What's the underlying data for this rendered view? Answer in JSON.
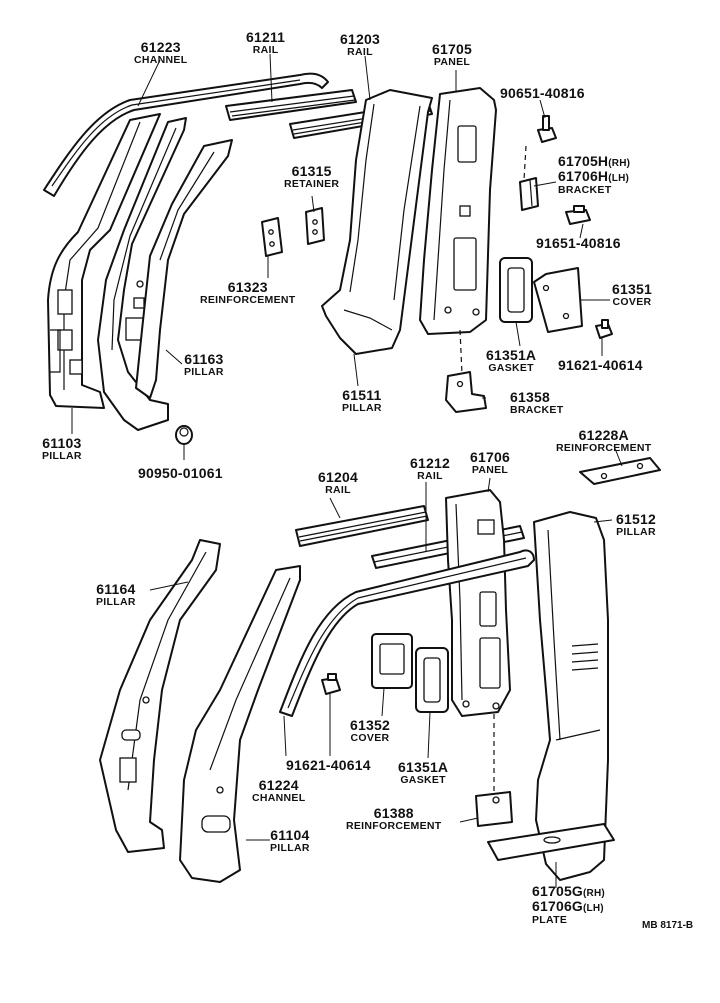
{
  "diagram_code": "MB 8171-B",
  "labels": {
    "p61223": {
      "num": "61223",
      "name": "CHANNEL"
    },
    "p61211": {
      "num": "61211",
      "name": "RAIL"
    },
    "p61203": {
      "num": "61203",
      "name": "RAIL"
    },
    "p61705": {
      "num": "61705",
      "name": "PANEL"
    },
    "p90651": {
      "num": "90651-40816"
    },
    "p61705H": {
      "line1": "61705H",
      "line1_sfx": "(RH)",
      "line2": "61706H",
      "line2_sfx": "(LH)",
      "name": "BRACKET"
    },
    "p91651": {
      "num": "91651-40816"
    },
    "p61315": {
      "num": "61315",
      "name": "RETAINER"
    },
    "p61323": {
      "num": "61323",
      "name": "REINFORCEMENT"
    },
    "p61351": {
      "num": "61351",
      "name": "COVER"
    },
    "p61351A_top": {
      "num": "61351A",
      "name": "GASKET"
    },
    "p91621_top": {
      "num": "91621-40614"
    },
    "p61163": {
      "num": "61163",
      "name": "PILLAR"
    },
    "p61511": {
      "num": "61511",
      "name": "PILLAR"
    },
    "p61358": {
      "num": "61358",
      "name": "BRACKET"
    },
    "p61103": {
      "num": "61103",
      "name": "PILLAR"
    },
    "p90950": {
      "num": "90950-01061"
    },
    "p61228A": {
      "num": "61228A",
      "name": "REINFORCEMENT"
    },
    "p61204": {
      "num": "61204",
      "name": "RAIL"
    },
    "p61212": {
      "num": "61212",
      "name": "RAIL"
    },
    "p61706": {
      "num": "61706",
      "name": "PANEL"
    },
    "p61512": {
      "num": "61512",
      "name": "PILLAR"
    },
    "p61164": {
      "num": "61164",
      "name": "PILLAR"
    },
    "p91621_bot": {
      "num": "91621-40614"
    },
    "p61352": {
      "num": "61352",
      "name": "COVER"
    },
    "p61351A_bot": {
      "num": "61351A",
      "name": "GASKET"
    },
    "p61224": {
      "num": "61224",
      "name": "CHANNEL"
    },
    "p61388": {
      "num": "61388",
      "name": "REINFORCEMENT"
    },
    "p61104": {
      "num": "61104",
      "name": "PILLAR"
    },
    "p61705G": {
      "line1": "61705G",
      "line1_sfx": "(RH)",
      "line2": "61706G",
      "line2_sfx": "(LH)",
      "name": "PLATE"
    }
  }
}
